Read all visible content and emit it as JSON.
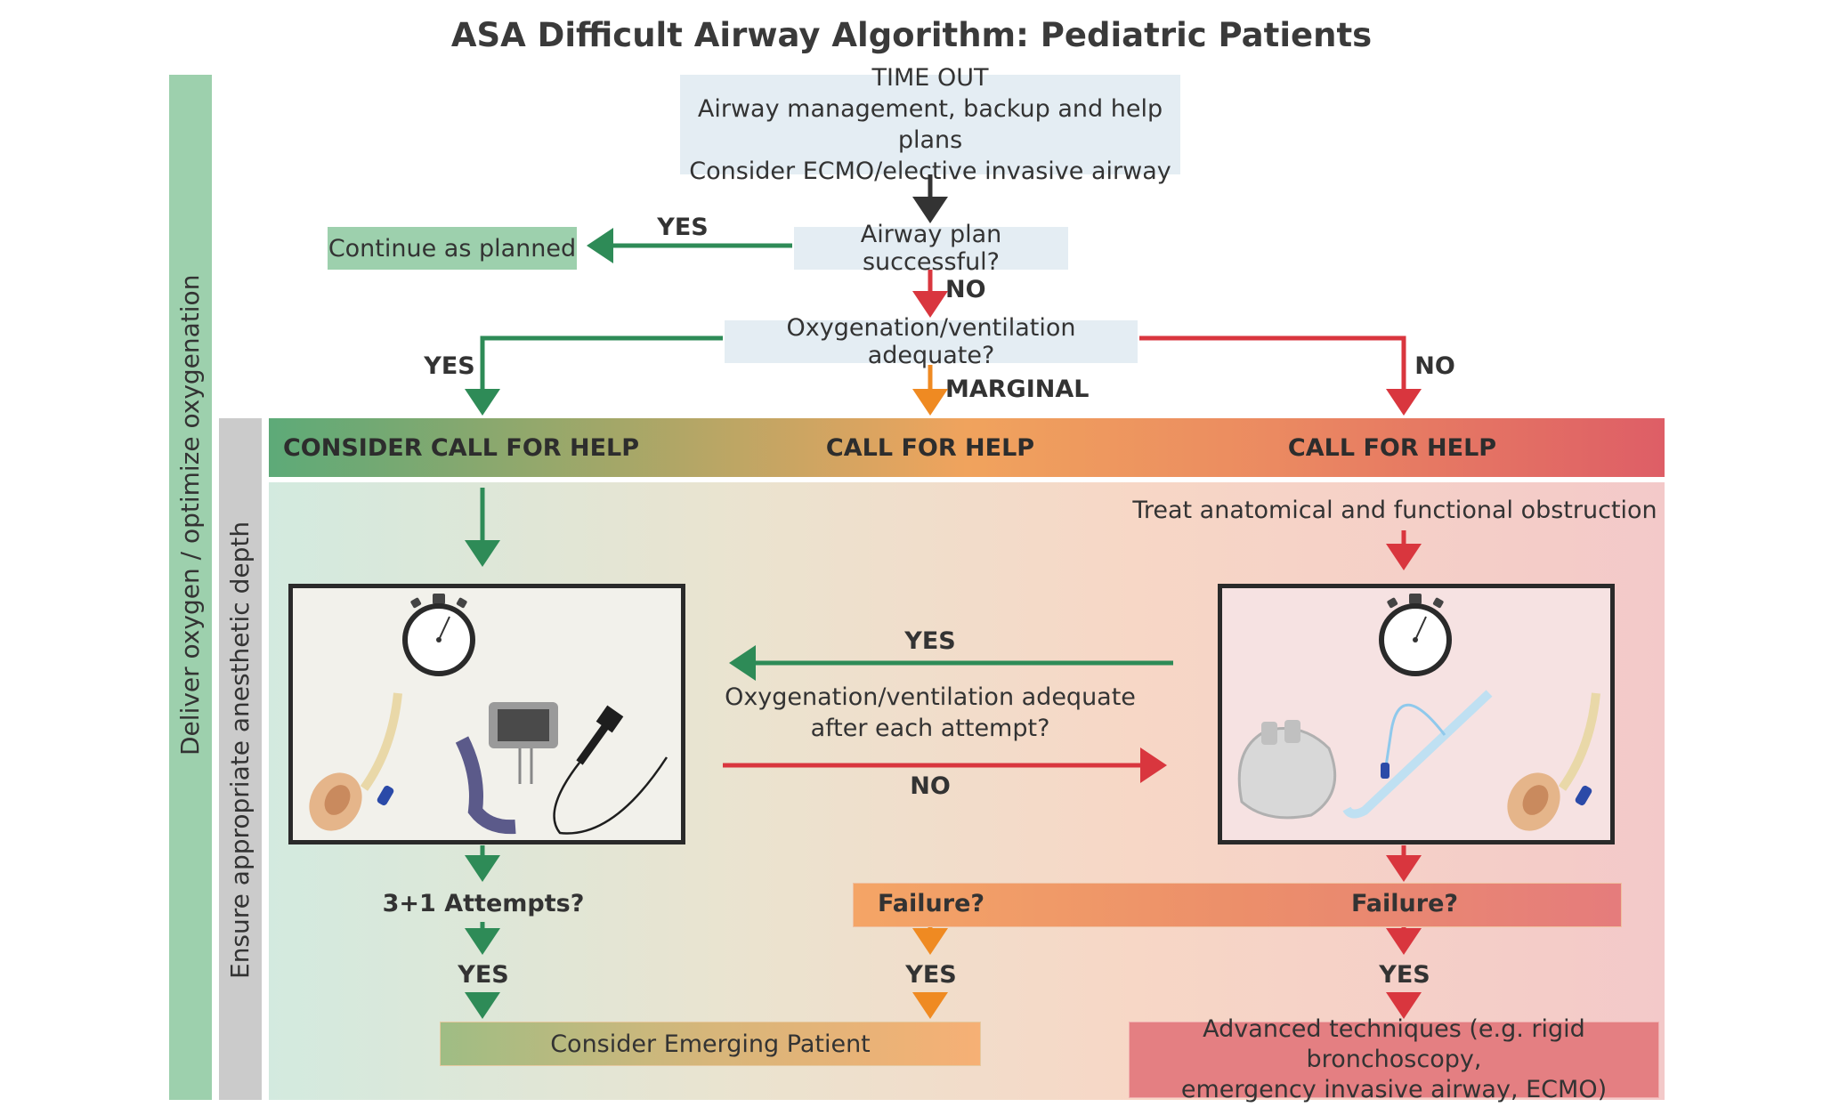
{
  "title": "ASA Difficult Airway Algorithm: Pediatric Patients",
  "side": {
    "outer_label": "Deliver oxygen / optimize oxygenation",
    "inner_label": "Ensure appropriate anesthetic depth"
  },
  "timeout": {
    "line1": "TIME OUT",
    "line2": "Airway management, backup and help plans",
    "line3": "Consider ECMO/elective invasive airway"
  },
  "q1": "Airway plan successful?",
  "continue": "Continue as planned",
  "q2": "Oxygenation/ventilation adequate?",
  "labels": {
    "yes": "YES",
    "no": "NO",
    "marginal": "MARGINAL"
  },
  "help": {
    "left": "CONSIDER CALL FOR HELP",
    "mid": "CALL FOR HELP",
    "right": "CALL FOR HELP"
  },
  "treat": "Treat anatomical and functional obstruction",
  "q3": {
    "line1": "Oxygenation/ventilation adequate",
    "line2": "after each attempt?"
  },
  "attempts": "3+1 Attempts?",
  "failure_mid": "Failure?",
  "failure_right": "Failure?",
  "emerging": "Consider Emerging Patient",
  "advanced": {
    "line1": "Advanced techniques (e.g. rigid bronchoscopy,",
    "line2": "emergency invasive airway, ECMO)"
  },
  "colors": {
    "green": "#2e8b57",
    "red": "#d9363e",
    "orange": "#ef8a22",
    "dark": "#333333",
    "light_blue_box": "#e4edf3",
    "side_green": "#9dd0ad",
    "side_grey": "#cbcbcb"
  },
  "icons": [
    "stopwatch-icon",
    "laryngeal-mask-icon",
    "video-laryngoscope-icon",
    "flexible-bronchoscope-icon",
    "face-mask-icon",
    "endotracheal-tube-icon"
  ]
}
